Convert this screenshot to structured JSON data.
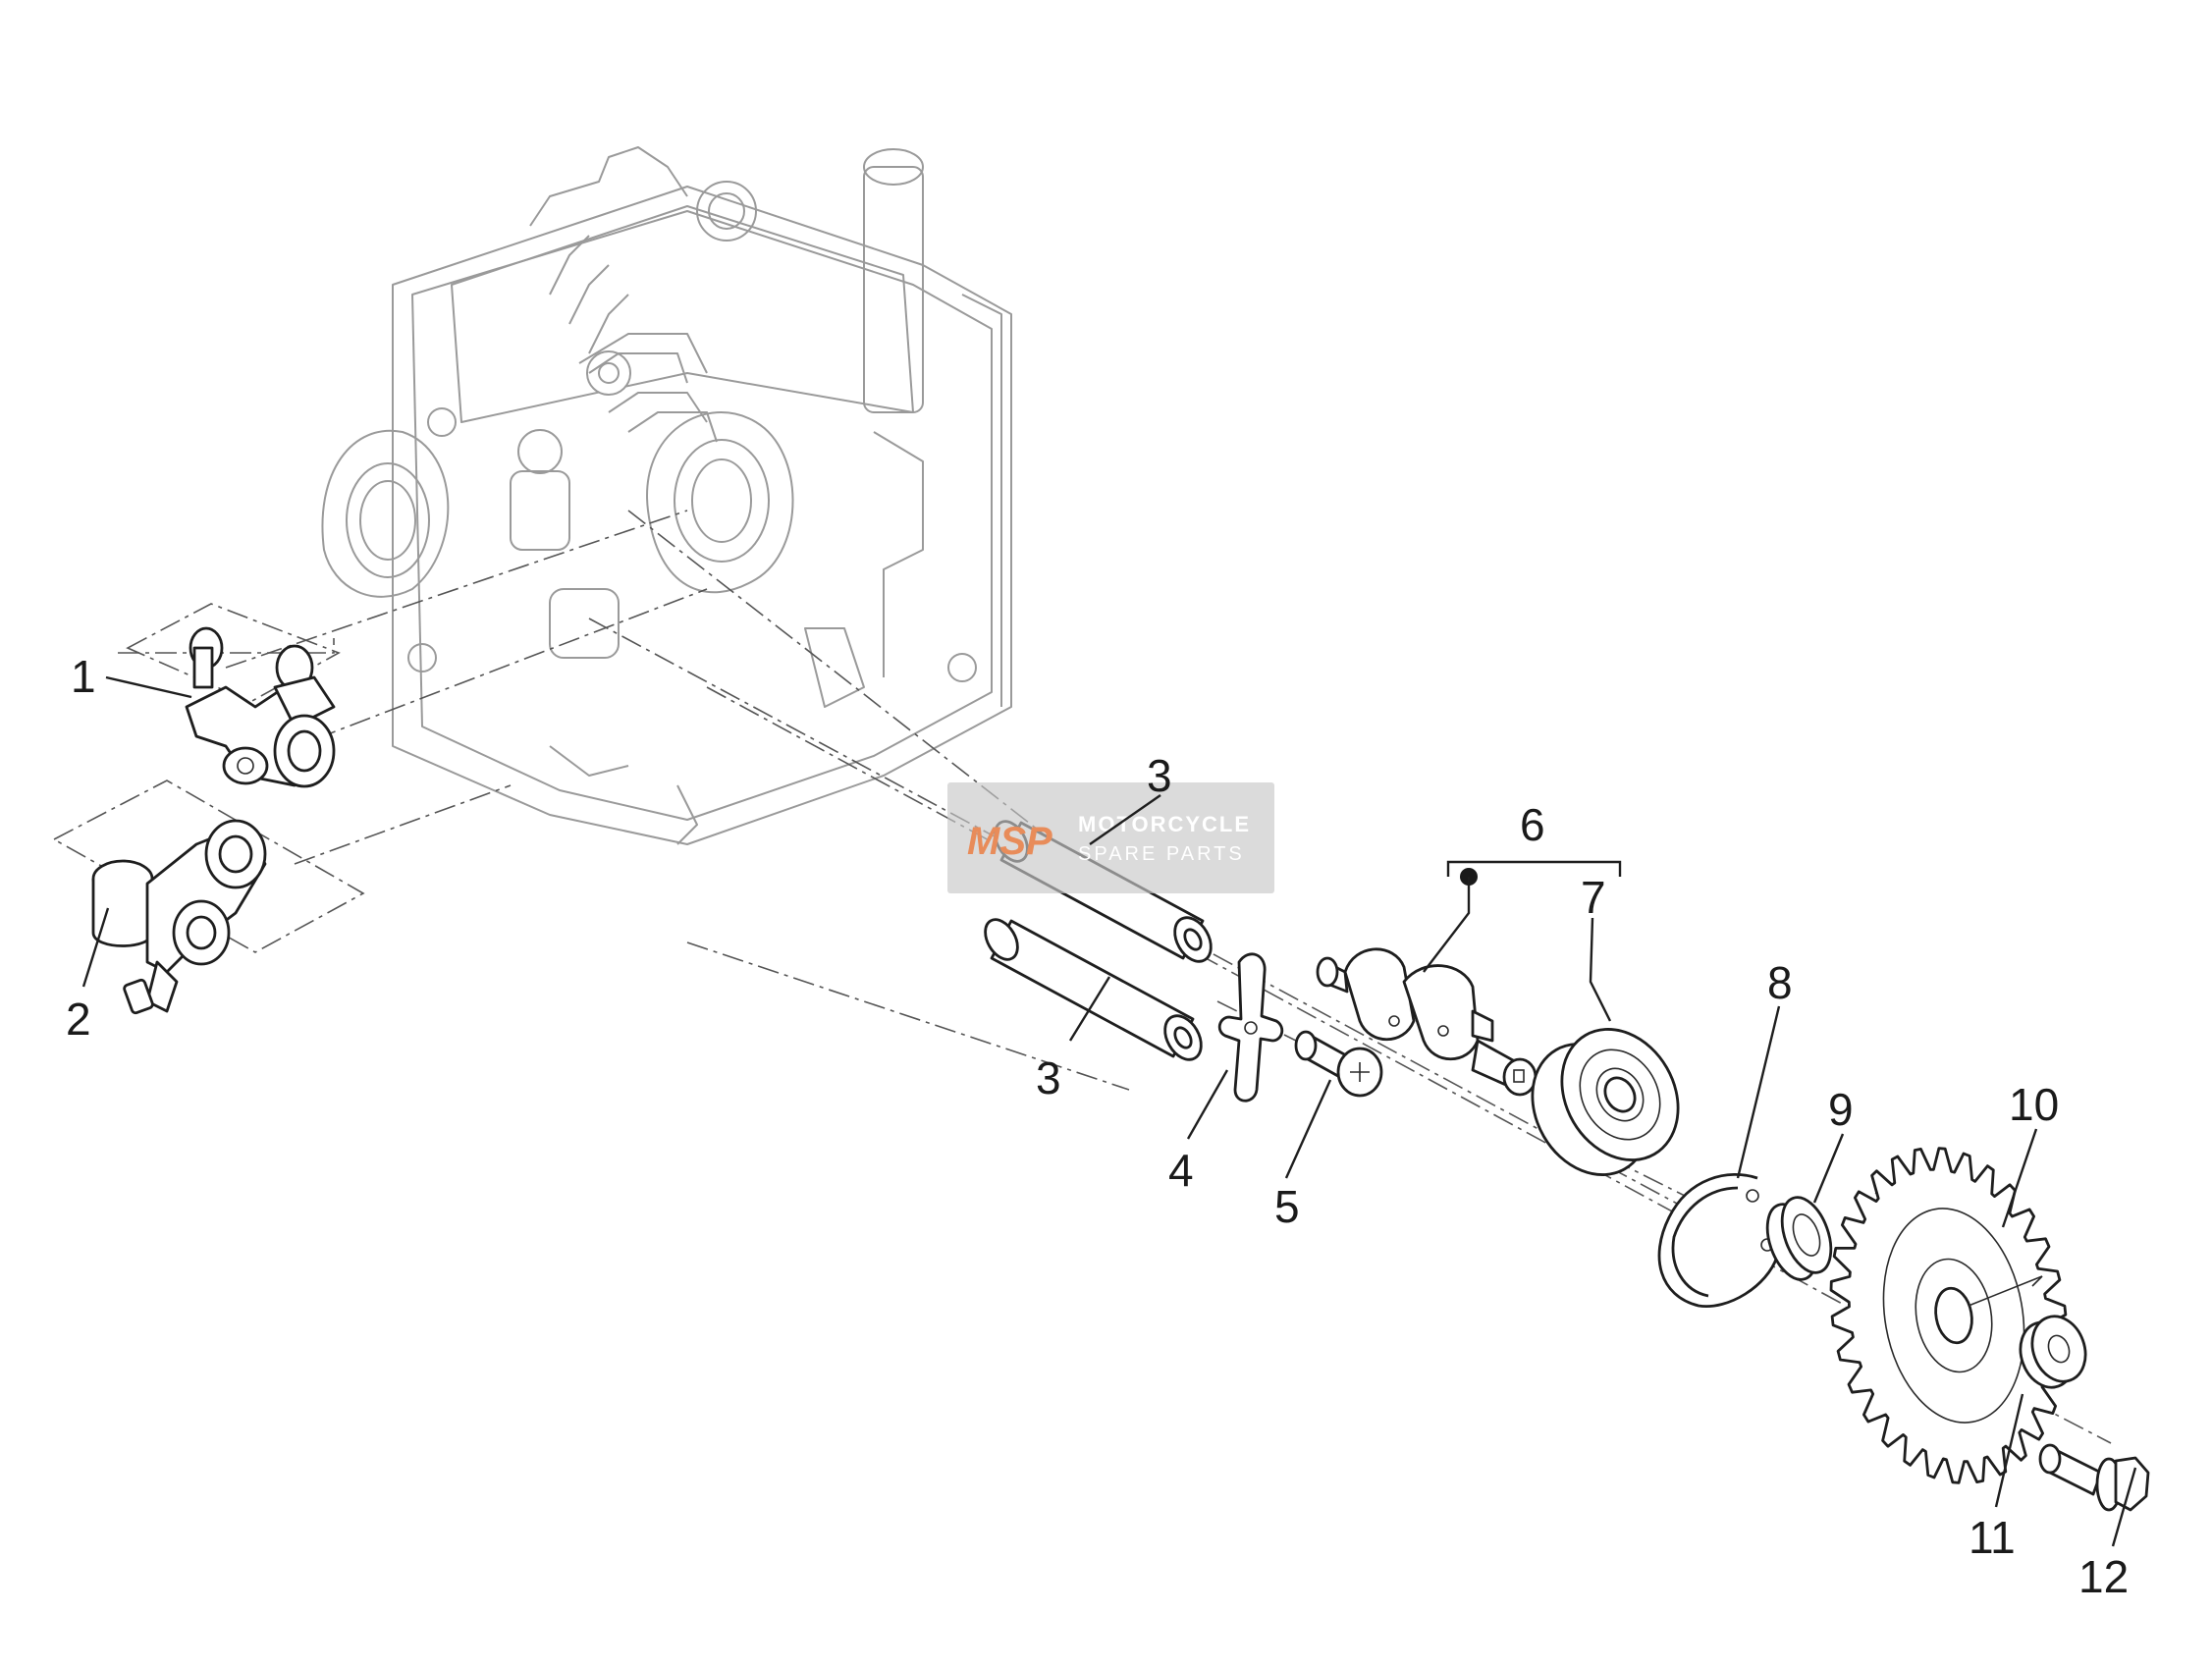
{
  "diagram": {
    "callouts": [
      {
        "id": "1",
        "label": "1"
      },
      {
        "id": "2",
        "label": "2"
      },
      {
        "id": "3a",
        "label": "3"
      },
      {
        "id": "3b",
        "label": "3"
      },
      {
        "id": "4",
        "label": "4"
      },
      {
        "id": "5",
        "label": "5"
      },
      {
        "id": "6",
        "label": "6"
      },
      {
        "id": "7",
        "label": "7"
      },
      {
        "id": "8",
        "label": "8"
      },
      {
        "id": "9",
        "label": "9"
      },
      {
        "id": "10",
        "label": "10"
      },
      {
        "id": "11",
        "label": "11"
      },
      {
        "id": "12",
        "label": "12"
      }
    ]
  },
  "watermark": {
    "logo": "MSP",
    "line1": "MOTORCYCLE",
    "line2": "SPARE PARTS"
  }
}
